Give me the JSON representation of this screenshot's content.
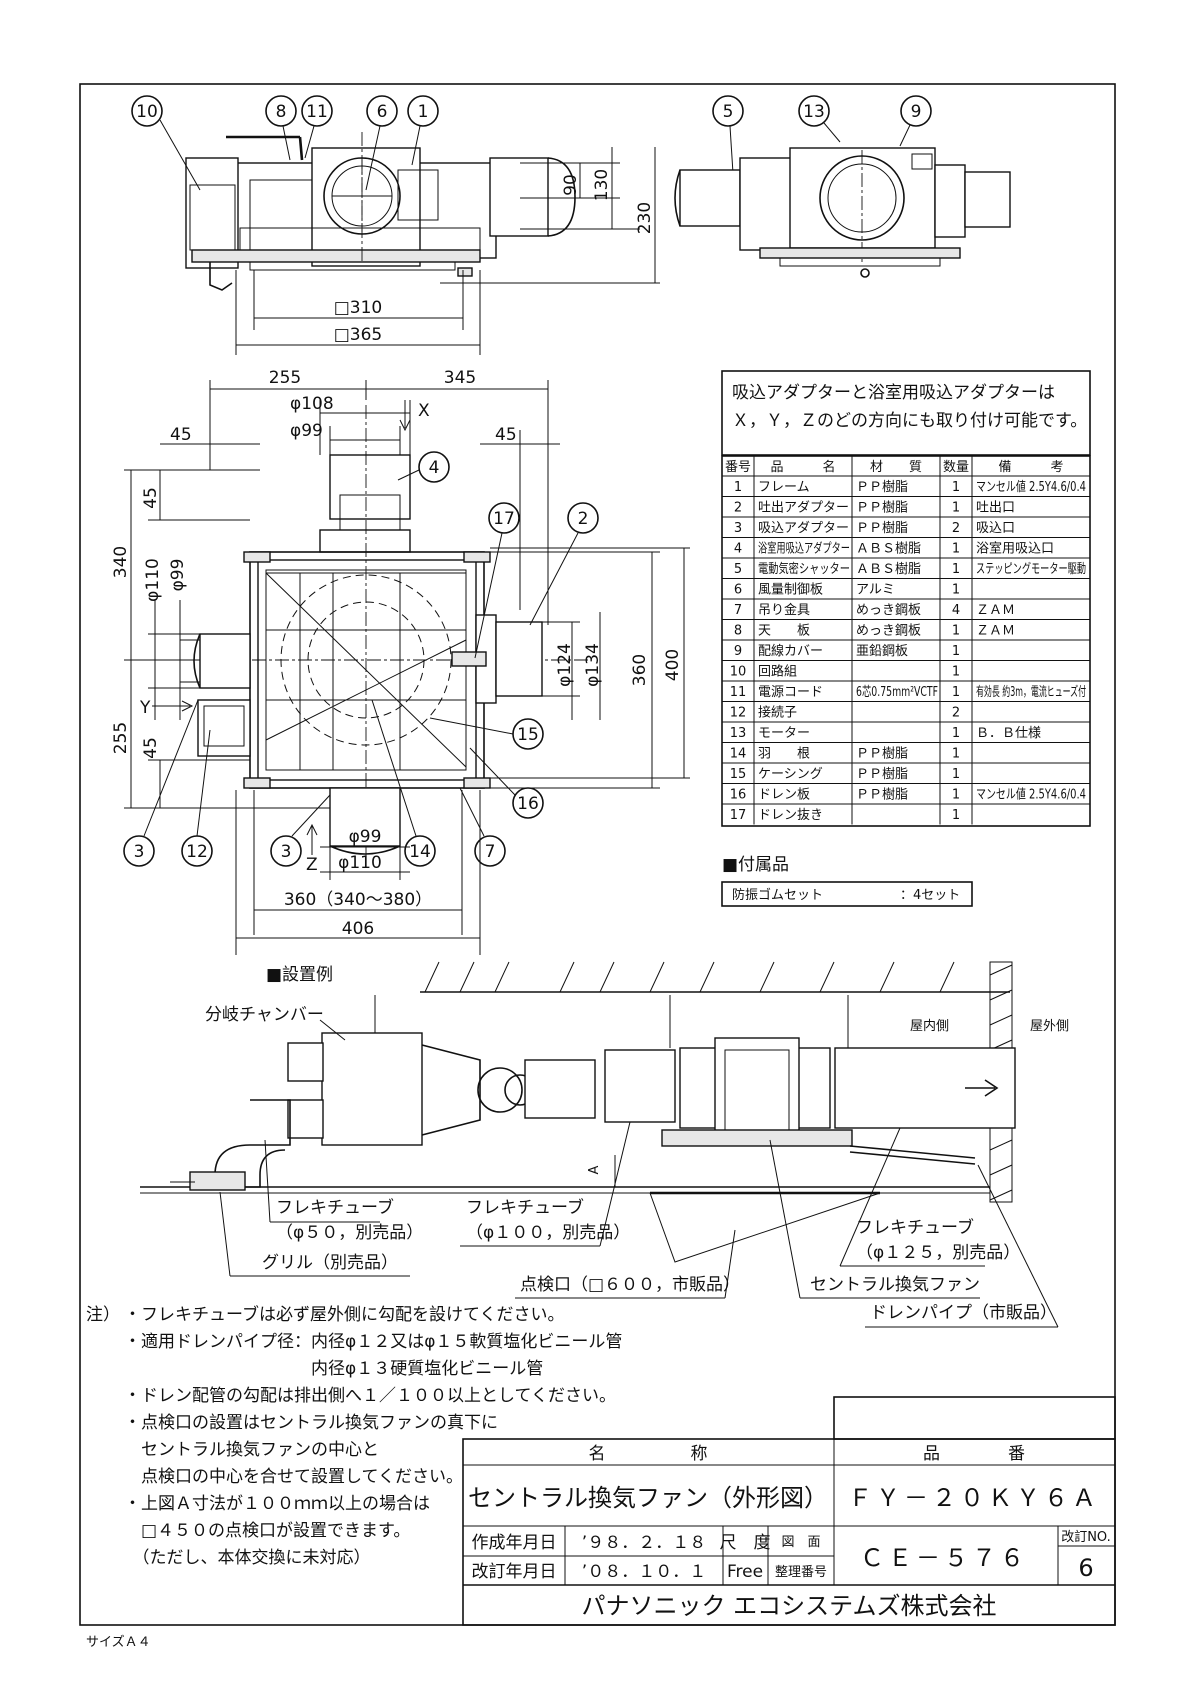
{
  "callouts": {
    "top": [
      "10",
      "8",
      "11",
      "6",
      "1",
      "5",
      "13",
      "9"
    ],
    "plan": [
      "4",
      "17",
      "2",
      "15",
      "16",
      "3",
      "12",
      "3",
      "14",
      "7"
    ]
  },
  "dims": {
    "h90": "90",
    "h130": "130",
    "h230": "230",
    "w310": "□310",
    "w365": "□365",
    "d255a": "255",
    "d345": "345",
    "d108": "φ108",
    "d99a": "φ99",
    "x_label": "X",
    "d45a": "45",
    "d45b": "45",
    "v340": "340",
    "v45a": "45",
    "v110": "φ110",
    "v99": "φ99",
    "v255": "255",
    "v45b": "45",
    "y_label": "Y",
    "v124": "φ124",
    "v134": "φ134",
    "v360": "360",
    "v400": "400",
    "b99": "φ99",
    "z_label": "Z",
    "b110": "φ110",
    "b360": "360（340～380）",
    "b406": "406"
  },
  "note_adapters": {
    "line1": "吸込アダプターと浴室用吸込アダプターは",
    "line2": "Ｘ，Ｙ，Ｚのどの方向にも取り付け可能です。"
  },
  "parts_table": {
    "headers": [
      "番号",
      "品　　　名",
      "材　　質",
      "数量",
      "備　　　考"
    ],
    "rows": [
      [
        "1",
        "フレーム",
        "ＰＰ樹脂",
        "1",
        "マンセル値 2.5Y4.6/0.4"
      ],
      [
        "2",
        "吐出アダプター",
        "ＰＰ樹脂",
        "1",
        "吐出口"
      ],
      [
        "3",
        "吸込アダプター",
        "ＰＰ樹脂",
        "2",
        "吸込口"
      ],
      [
        "4",
        "浴室用吸込アダプター",
        "ＡＢＳ樹脂",
        "1",
        "浴室用吸込口"
      ],
      [
        "5",
        "電動気密シャッター",
        "ＡＢＳ樹脂",
        "1",
        "ステッピングモーター駆動"
      ],
      [
        "6",
        "風量制御板",
        "アルミ",
        "1",
        ""
      ],
      [
        "7",
        "吊り金具",
        "めっき鋼板",
        "4",
        "ＺＡＭ"
      ],
      [
        "8",
        "天　　板",
        "めっき鋼板",
        "1",
        "ＺＡＭ"
      ],
      [
        "9",
        "配線カバー",
        "亜鉛鋼板",
        "1",
        ""
      ],
      [
        "10",
        "回路組",
        "",
        "1",
        ""
      ],
      [
        "11",
        "電源コード",
        "6芯0.75mm²VCTF",
        "1",
        "有効長 約3m，電流ヒューズ付"
      ],
      [
        "12",
        "接続子",
        "",
        "2",
        ""
      ],
      [
        "13",
        "モーター",
        "",
        "1",
        "Ｂ．Ｂ仕様"
      ],
      [
        "14",
        "羽　　根",
        "ＰＰ樹脂",
        "1",
        ""
      ],
      [
        "15",
        "ケーシング",
        "ＰＰ樹脂",
        "1",
        ""
      ],
      [
        "16",
        "ドレン板",
        "ＰＰ樹脂",
        "1",
        "マンセル値 2.5Y4.6/0.4"
      ],
      [
        "17",
        "ドレン抜き",
        "",
        "1",
        ""
      ]
    ]
  },
  "accessories": {
    "heading": "■付属品",
    "item": "防振ゴムセット",
    "qty": "：4セット"
  },
  "install": {
    "heading": "■設置例",
    "branch_chamber": "分岐チャンバー",
    "indoor": "屋内側",
    "outdoor": "屋外側",
    "dim_a": "A",
    "flex50_1": "フレキチューブ",
    "flex50_2": "（φ５０，別売品）",
    "flex100_1": "フレキチューブ",
    "flex100_2": "（φ１００，別売品）",
    "flex125_1": "フレキチューブ",
    "flex125_2": "（φ１２５，別売品）",
    "grille": "グリル（別売品）",
    "inspection": "点検口（□６００，市販品）",
    "central_fan": "セントラル換気ファン",
    "drain_pipe": "ドレンパイプ（市販品）"
  },
  "notes": {
    "lead": "注）",
    "lines": [
      "・フレキチューブは必ず屋外側に勾配を設けてください。",
      "・適用ドレンパイプ径：内径φ１２又はφ１５軟質塩化ビニール管",
      "　　　　　　　　　　　内径φ１３硬質塩化ビニール管",
      "・ドレン配管の勾配は排出側へ１／１００以上としてください。",
      "・点検口の設置はセントラル換気ファンの真下に",
      "　セントラル換気ファンの中心と",
      "　点検口の中心を合せて設置してください。",
      "・上図Ａ寸法が１００ｍｍ以上の場合は",
      "　□４５０の点検口が設置できます。",
      "　（ただし、本体交換に未対応）"
    ]
  },
  "title_block": {
    "name_label": "名　　　　　称",
    "number_label": "品　　　　番",
    "name": "セントラル換気ファン（外形図）",
    "model": "ＦＹ－２０ＫＹ６Ａ",
    "created_label": "作成年月日",
    "created": "’９８．２．１８",
    "revised_label": "改訂年月日",
    "revised": "’０８．１０．１",
    "scale_label": "尺　度",
    "scale": "Free",
    "drawing_label": "図　面",
    "number_label2": "整理番号",
    "drawing_no": "ＣＥ－５７６",
    "rev_label": "改訂NO.",
    "rev": "6",
    "company": "パナソニック エコシステムズ株式会社"
  },
  "sheet_size": "サイズＡ４"
}
